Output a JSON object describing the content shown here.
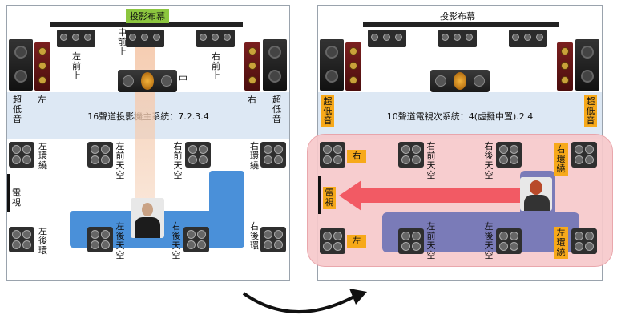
{
  "left": {
    "screen_label": "投影布幕",
    "system_title": "16聲道投影機主系統：7.2.3.4",
    "labels": {
      "center_front_high": "中前上",
      "left_front_high": "左前上",
      "right_front_high": "右前上",
      "center": "中",
      "sub_left": "超低音",
      "sub_right": "超低音",
      "left": "左",
      "right": "右",
      "left_surround": "左環繞",
      "right_surround": "右環繞",
      "left_front_ceiling": "左前天空",
      "right_front_ceiling": "右前天空",
      "tv": "電視",
      "left_rear": "左後環",
      "right_rear": "右後環",
      "left_rear_ceiling": "左後天空",
      "right_rear_ceiling": "右後天空"
    }
  },
  "right": {
    "screen_label": "投影布幕",
    "system_title": "10聲道電視次系統：4(虛擬中置).2.4",
    "labels": {
      "sub_left": "超低音",
      "sub_right": "超低音",
      "right_on_left": "右",
      "left_on_left": "左",
      "right_front_ceiling": "右前天空",
      "right_rear_ceiling": "右後天空",
      "right_surround": "右環繞",
      "left_surround": "左環繞",
      "tv": "電視",
      "left_front_ceiling": "左前天空",
      "left_rear_ceiling": "左後天空"
    }
  },
  "colors": {
    "screen_label_bg": "#8cc63f",
    "band": "#dde8f4",
    "seating_blue": "#4a90d9",
    "pink_zone": "#f7c9cc",
    "arrow": "#f25a64",
    "orange_tag": "#f7a91a"
  }
}
